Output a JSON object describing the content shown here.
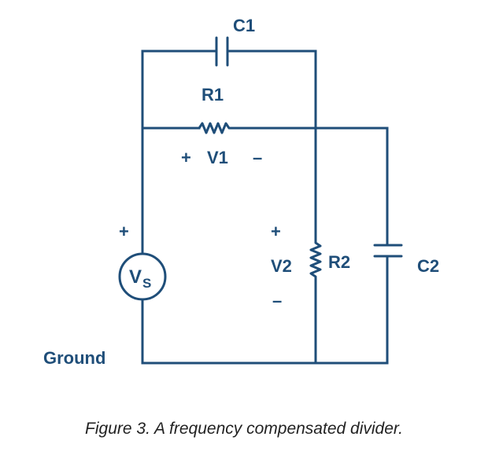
{
  "figure": {
    "caption": "Figure 3. A frequency compensated divider.",
    "color": "#1f4e79"
  },
  "components": {
    "c1": {
      "label": "C1",
      "type": "capacitor"
    },
    "r1": {
      "label": "R1",
      "type": "resistor"
    },
    "r2": {
      "label": "R2",
      "type": "resistor"
    },
    "c2": {
      "label": "C2",
      "type": "capacitor"
    },
    "vs": {
      "label_main": "V",
      "label_sub": "S",
      "type": "voltage-source"
    }
  },
  "labels": {
    "v1": "V1",
    "v1_plus": "+",
    "v1_minus": "–",
    "v2": "V2",
    "v2_plus": "+",
    "v2_minus": "–",
    "vs_plus": "+",
    "ground": "Ground"
  }
}
